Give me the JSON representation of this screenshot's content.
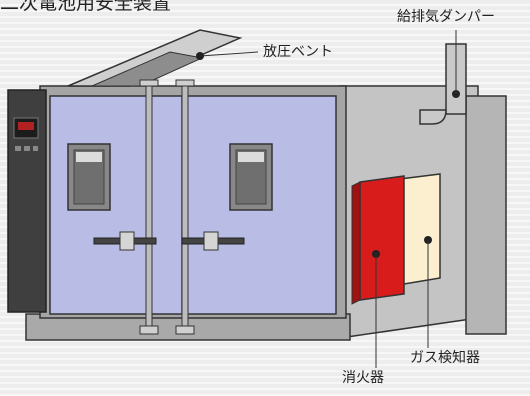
{
  "title": "二次電池用安全装置",
  "labels": {
    "vent": "放圧ベント",
    "damper": "給排気ダンパー",
    "gas_detector": "ガス検知器",
    "extinguisher": "消火器"
  },
  "colors": {
    "door": "#b9bde6",
    "extinguisher": "#d81b1b",
    "gas_detector": "#fbefcf",
    "body_gray": "#bcbcbc",
    "base_gray": "#a8a8a8",
    "background": "#ededed"
  }
}
